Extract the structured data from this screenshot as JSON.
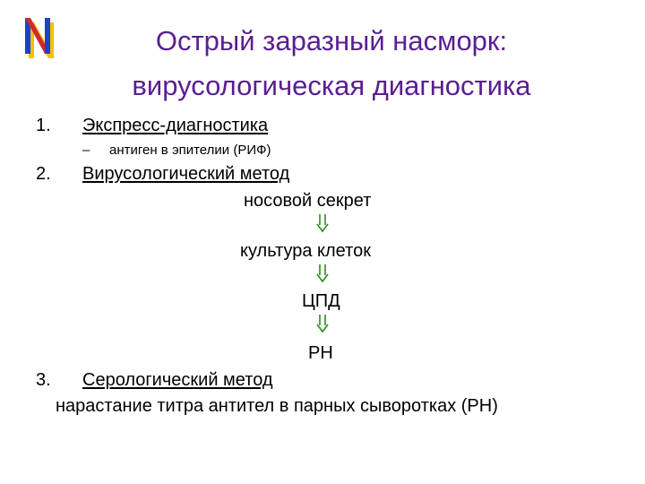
{
  "title": {
    "line1": "Острый заразный насморк:",
    "line2": "вирусологическая диагностика"
  },
  "colors": {
    "title": "#5a1e91",
    "arrow": "#2e8b1e",
    "logo_blue": "#1f3fd1",
    "logo_red": "#d12a2a",
    "logo_yellow": "#f2c200"
  },
  "logo": {
    "letter": "N"
  },
  "list": {
    "item1": {
      "number": "1.",
      "label": "Экспресс-диагностика",
      "sub_dash": "–",
      "sub_text": "антиген в эпителии (РИФ)"
    },
    "item2": {
      "number": "2.",
      "label": "Вирусологический метод",
      "flow": [
        "носовой секрет",
        "культура клеток",
        "ЦПД",
        "РН"
      ],
      "arrow_icon": "double-down-arrow-icon"
    },
    "item3": {
      "number": "3.",
      "label": "Серологический метод",
      "detail": "нарастание титра антител в парных сыворотках (РН)"
    }
  }
}
